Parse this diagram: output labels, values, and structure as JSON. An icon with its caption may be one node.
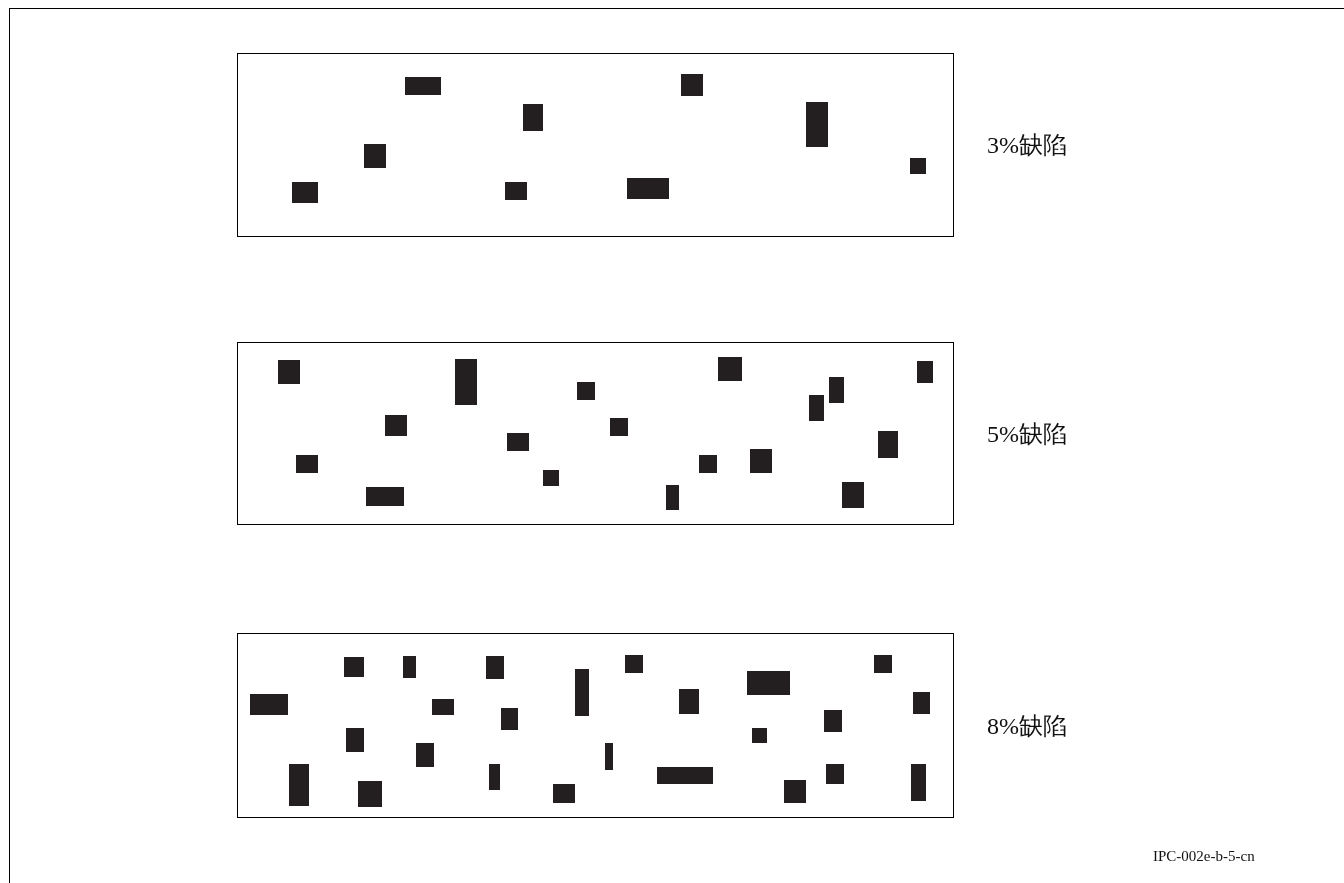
{
  "diagram": {
    "nodes": [
      {
        "text": [],
        "shape": "box",
        "beside": [
          "3%缺陷"
        ]
      },
      {
        "text": [],
        "shape": "box",
        "beside": [
          "5%缺陷"
        ]
      },
      {
        "text": [],
        "shape": "box",
        "beside": [
          "8%缺陷"
        ]
      }
    ],
    "edges": [],
    "labels": [
      "IPC-002e-b-5-cn"
    ]
  }
}
